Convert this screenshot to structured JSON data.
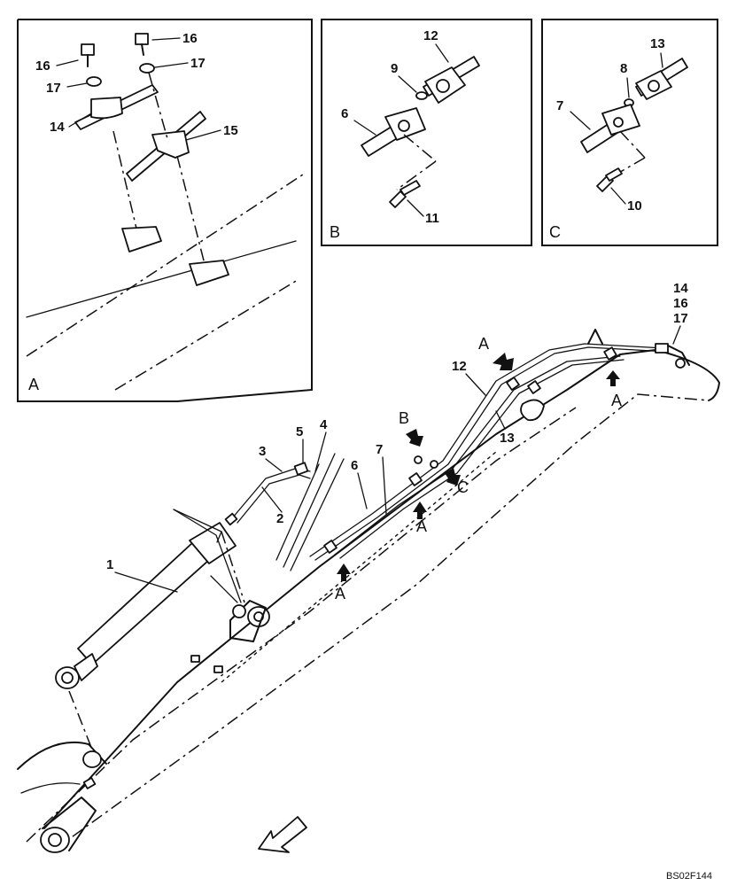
{
  "panels": {
    "a": {
      "letter": "A",
      "labels": {
        "l16a": "16",
        "l16b": "16",
        "l17a": "17",
        "l17b": "17",
        "l14": "14",
        "l15": "15"
      }
    },
    "b": {
      "letter": "B",
      "labels": {
        "l12": "12",
        "l9": "9",
        "l6": "6",
        "l11": "11"
      }
    },
    "c": {
      "letter": "C",
      "labels": {
        "l13": "13",
        "l8": "8",
        "l7": "7",
        "l10": "10"
      }
    }
  },
  "main": {
    "labels": {
      "l1": "1",
      "l2": "2",
      "l3": "3",
      "l4": "4",
      "l5": "5",
      "l6": "6",
      "l7": "7",
      "l12": "12",
      "l13": "13",
      "stack14": "14",
      "stack16": "16",
      "stack17": "17"
    },
    "view_markers": {
      "a_top": "A",
      "a_right": "A",
      "a_mid": "A",
      "a_low": "A",
      "b": "B",
      "c": "C"
    }
  },
  "reference_code": "BS02F144",
  "icons": [
    "arrow-outline-icon",
    "view-arrow-icon"
  ]
}
